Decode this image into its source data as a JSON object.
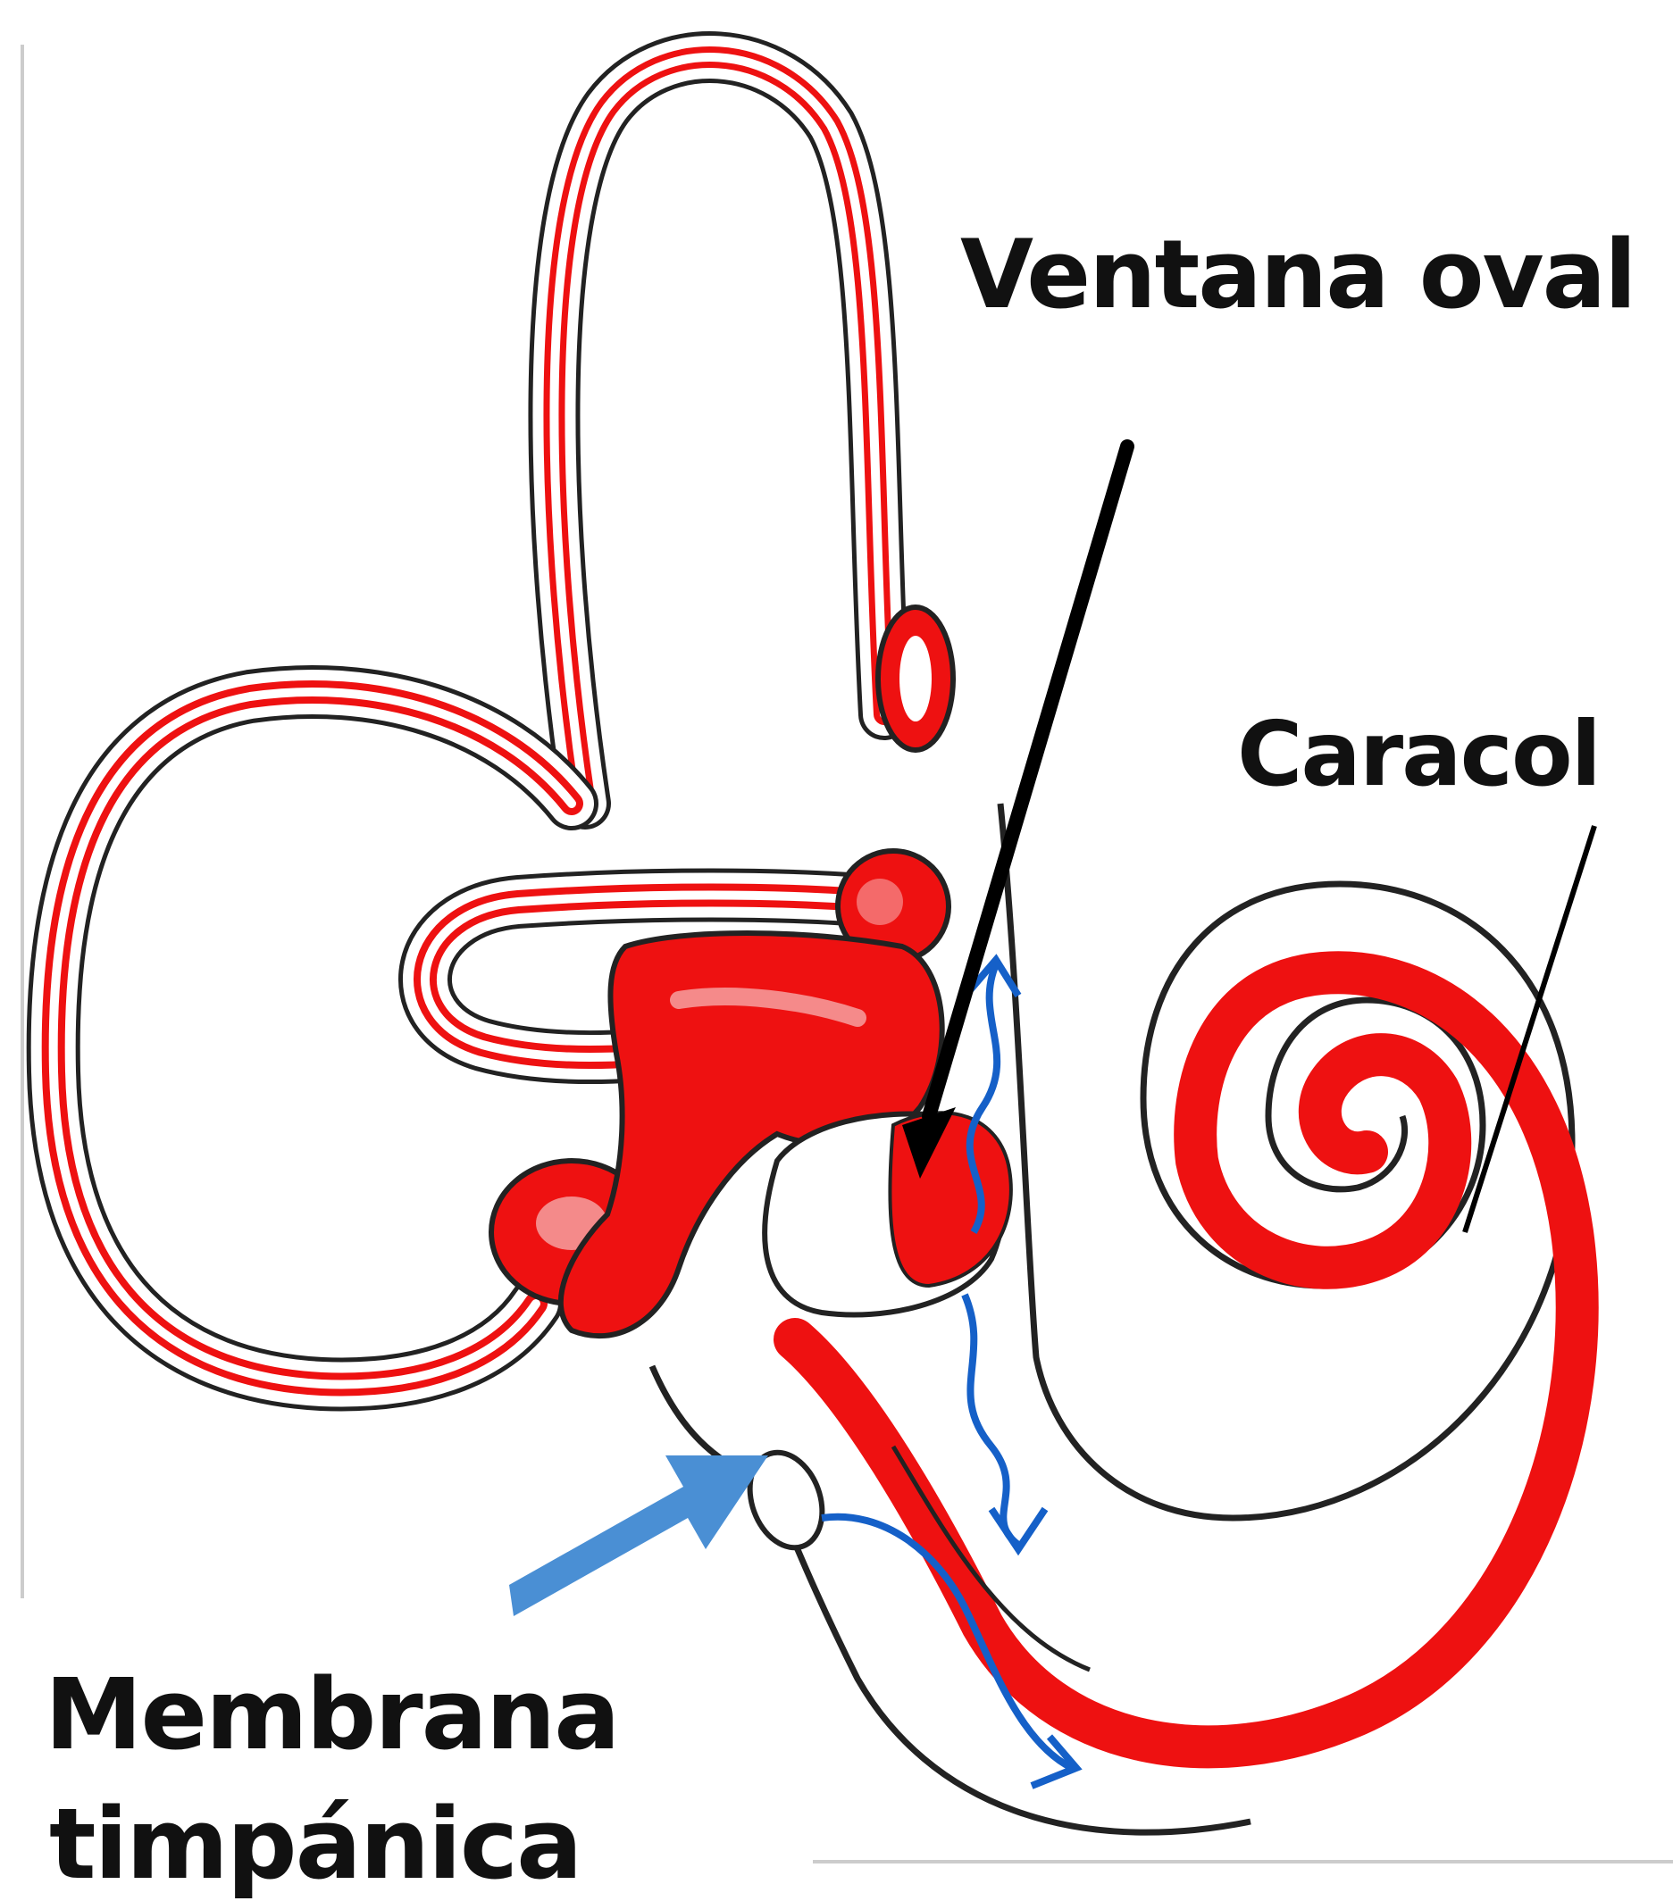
{
  "labels": {
    "oval_window": "Ventana oval",
    "cochlea": "Caracol",
    "tympanic_membrane_line1": "Membrana",
    "tympanic_membrane_line2": "timpánica"
  },
  "colors": {
    "labyrinth_fluid": "#ee1111",
    "outline": "#222222",
    "sound_arrow": "#4a8fd4",
    "wave_arrow": "#1560c8",
    "pointer": "#000000"
  }
}
